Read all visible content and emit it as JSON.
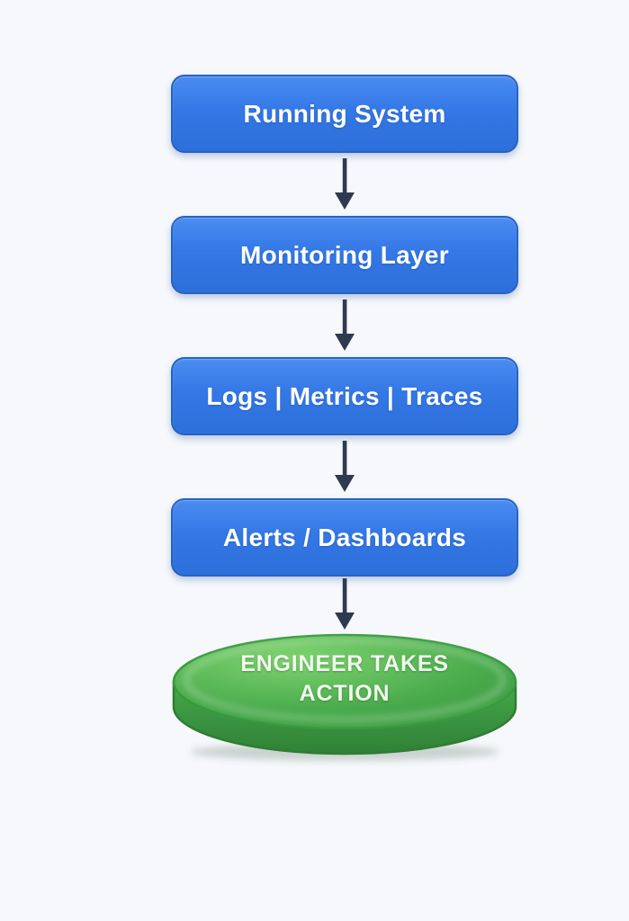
{
  "canvas": {
    "background": "#f6f8fb"
  },
  "palette": {
    "page_bg": "#f6f8fb",
    "node_fill_top": "#4b8cf2",
    "node_fill_bottom": "#2d6fda",
    "node_border": "#2563c2",
    "node_text": "#ffffff",
    "arrow": "#2e3a50",
    "terminator_fill_light": "#7fd36f",
    "terminator_fill": "#48aa4b",
    "terminator_fill_dark": "#3c9742",
    "terminator_side_top": "#46a94b",
    "terminator_side_bottom": "#2f8136",
    "terminator_border": "#2e7d33",
    "terminator_text": "#f2f9ee"
  },
  "diagram": {
    "direction": "top-down",
    "nodes": [
      {
        "id": "running-system",
        "shape": "rounded-rect",
        "label": "Running System"
      },
      {
        "id": "monitoring-layer",
        "shape": "rounded-rect",
        "label": "Monitoring Layer"
      },
      {
        "id": "logs-metrics-traces",
        "shape": "rounded-rect",
        "label": "Logs | Metrics | Traces"
      },
      {
        "id": "alerts-dashboards",
        "shape": "rounded-rect",
        "label": "Alerts / Dashboards"
      },
      {
        "id": "engineer-takes-action",
        "shape": "cylinder-ellipse",
        "label": "ENGINEER TAKES ACTION"
      }
    ],
    "edges": [
      {
        "from": "running-system",
        "to": "monitoring-layer",
        "style": "arrow-down"
      },
      {
        "from": "monitoring-layer",
        "to": "logs-metrics-traces",
        "style": "arrow-down"
      },
      {
        "from": "logs-metrics-traces",
        "to": "alerts-dashboards",
        "style": "arrow-down"
      },
      {
        "from": "alerts-dashboards",
        "to": "engineer-takes-action",
        "style": "arrow-down"
      }
    ]
  }
}
